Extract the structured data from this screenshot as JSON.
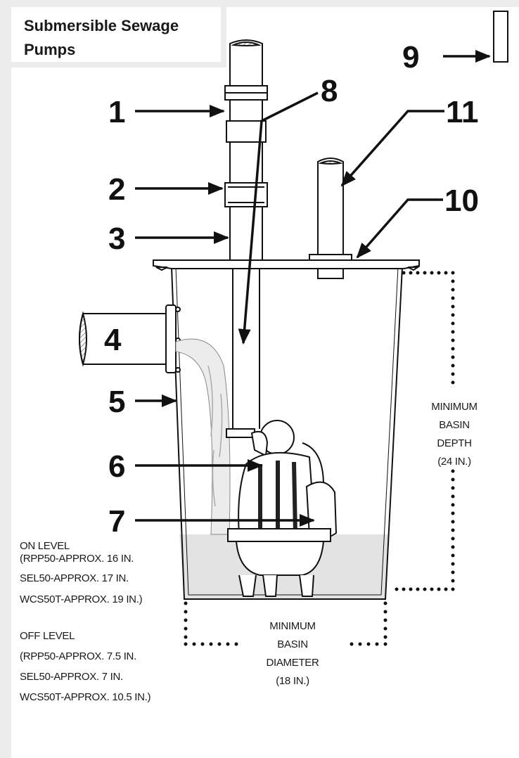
{
  "title": "Submersible Sewage Pumps",
  "callouts": {
    "c1": "1",
    "c2": "2",
    "c3": "3",
    "c4": "4",
    "c5": "5",
    "c6": "6",
    "c7": "7",
    "c8": "8",
    "c9": "9",
    "c10": "10",
    "c11": "11"
  },
  "depth_label": [
    "MINIMUM",
    "BASIN",
    "DEPTH",
    "(24 IN.)"
  ],
  "diameter_label": [
    "MINIMUM",
    "BASIN",
    "DIAMETER",
    "(18 IN.)"
  ],
  "on_level": [
    "ON LEVEL",
    "(RPP50-APPROX. 16 IN.",
    "SEL50-APPROX. 17 IN.",
    "WCS50T-APPROX. 19 IN.)"
  ],
  "off_level": [
    "OFF LEVEL",
    "(RPP50-APPROX. 7.5 IN.",
    "SEL50-APPROX. 7 IN.",
    "WCS50T-APPROX. 10.5 IN.)"
  ],
  "colors": {
    "background": "#ececec",
    "panel": "#ffffff",
    "ink": "#111111",
    "water": "#e2e2e2"
  }
}
